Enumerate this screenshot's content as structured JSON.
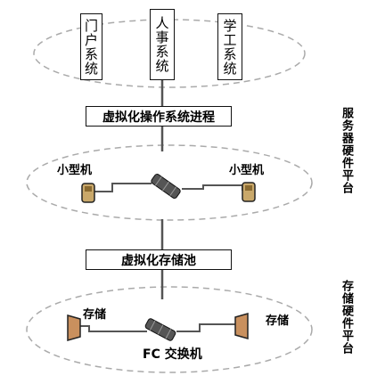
{
  "systems": [
    "门户系统",
    "人事系统",
    "学工系统"
  ],
  "virtual_os_process": "虚拟化操作系统进程",
  "minicomputers": [
    "小型机",
    "小型机"
  ],
  "virtual_storage_pool": "虚拟化存储池",
  "storage_units": [
    "存储",
    "存储"
  ],
  "fc_switch": "FC 交换机",
  "server_platform_label": "服务器硬件平台",
  "storage_platform_label": "存储硬件平台",
  "colors": {
    "line": "#111111",
    "dashed_ellipse": "#aaaaaa",
    "device": "#c9a86a",
    "storage": "#c9905e"
  }
}
